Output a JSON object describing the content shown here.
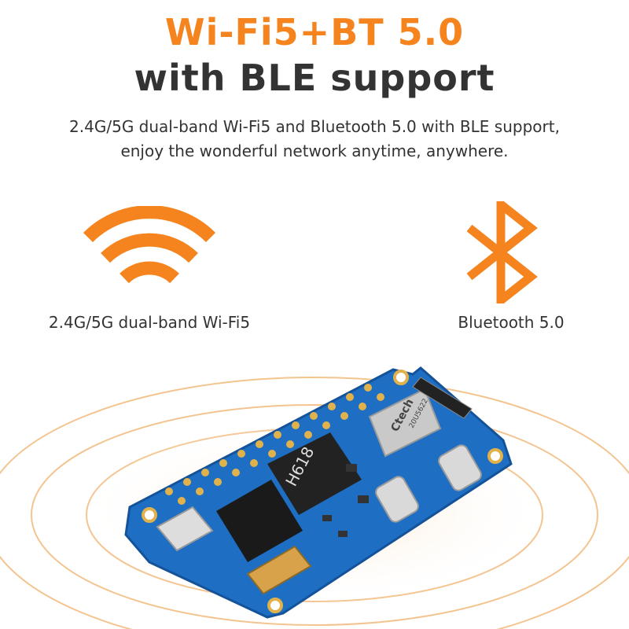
{
  "header": {
    "title_line1": "Wi-Fi5+BT 5.0",
    "title_line2": "with BLE support"
  },
  "description": {
    "line1": "2.4G/5G dual-band Wi-Fi5 and Bluetooth 5.0 with BLE support,",
    "line2": "enjoy the wonderful network anytime, anywhere."
  },
  "features": {
    "wifi": {
      "label": "2.4G/5G dual-band Wi-Fi5",
      "icon": "wifi-icon"
    },
    "bluetooth": {
      "label": "Bluetooth 5.0",
      "icon": "bluetooth-icon"
    }
  },
  "board": {
    "soc_label": "H618",
    "module_label": "Ctech",
    "module_code": "20U5622"
  },
  "colors": {
    "accent": "#f5841f",
    "text": "#333333",
    "pcb": "#1e6fc4"
  }
}
